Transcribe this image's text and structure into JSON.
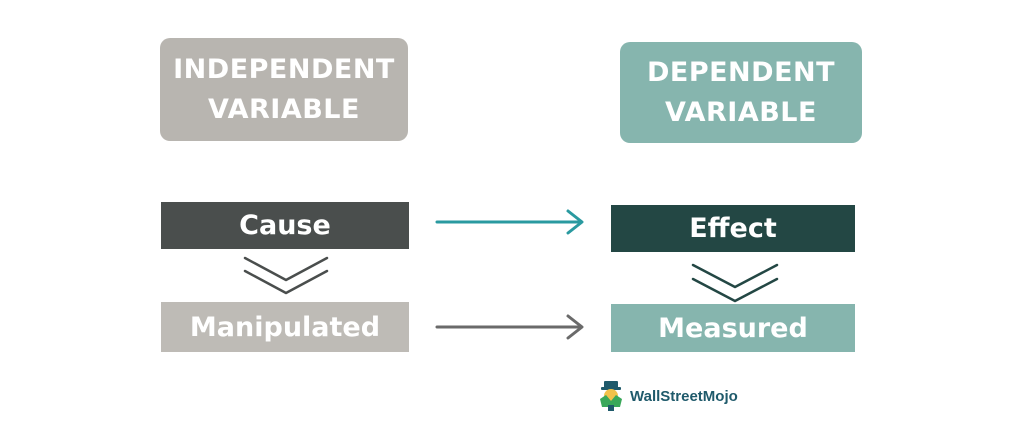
{
  "colors": {
    "independent_title": "#b8b5b0",
    "dependent_title": "#86b5ae",
    "cause": "#4a4e4d",
    "effect": "#234744",
    "manipulated": "#bebbb6",
    "measured": "#86b5ae",
    "arrow_top": "#2a9aa0",
    "arrow_bottom": "#6a6a6a",
    "chevron_left": "#4a4e4d",
    "chevron_right": "#234744"
  },
  "independent": {
    "title_line1": "INDEPENDENT",
    "title_line2": "VARIABLE",
    "cause": "Cause",
    "manipulated": "Manipulated"
  },
  "dependent": {
    "title_line1": "DEPENDENT",
    "title_line2": "VARIABLE",
    "effect": "Effect",
    "measured": "Measured"
  },
  "logo": {
    "icon": "wallstreetmojo-mascot-icon",
    "text": "WallStreetMojo"
  }
}
